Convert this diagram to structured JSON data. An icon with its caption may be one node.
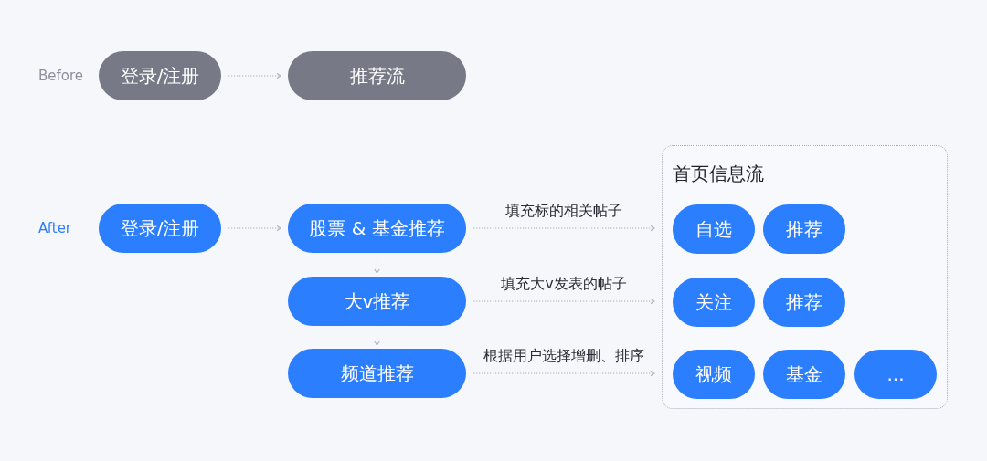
{
  "diagram": {
    "nodes": [
      {
        "text": [
          "登录/注册"
        ]
      },
      {
        "text": [
          "推荐流"
        ]
      },
      {
        "text": [
          "登录/注册"
        ]
      },
      {
        "text": [
          "股票 & 基金推荐"
        ]
      },
      {
        "text": [
          "大v推荐"
        ]
      },
      {
        "text": [
          "频道推荐"
        ]
      },
      {
        "text": [
          "首页信息流"
        ]
      },
      {
        "text": [
          "自选"
        ],
        "in": 6
      },
      {
        "text": [
          "推荐"
        ],
        "in": 6
      },
      {
        "text": [
          "关注"
        ],
        "in": 6
      },
      {
        "text": [
          "推荐"
        ],
        "in": 6
      },
      {
        "text": [
          "视频"
        ],
        "in": 6
      },
      {
        "text": [
          "基金"
        ],
        "in": 6
      },
      {
        "text": [
          "..."
        ],
        "in": 6
      }
    ],
    "edges": [
      {
        "from": 0,
        "to": 1,
        "arrow": "to"
      },
      {
        "from": 2,
        "to": 3,
        "arrow": "to"
      },
      {
        "from": 3,
        "to": 4,
        "arrow": "to"
      },
      {
        "from": 4,
        "to": 5,
        "arrow": "to"
      },
      {
        "from": 3,
        "to": 6,
        "arrow": "to",
        "label": "填充标的相关帖子"
      },
      {
        "from": 4,
        "to": 6,
        "arrow": "to",
        "label": "填充大v发表的帖子"
      },
      {
        "from": 5,
        "to": 6,
        "arrow": "to",
        "label": "根据用户选择增删、排序"
      }
    ],
    "labels": [
      "Before",
      "After"
    ]
  }
}
